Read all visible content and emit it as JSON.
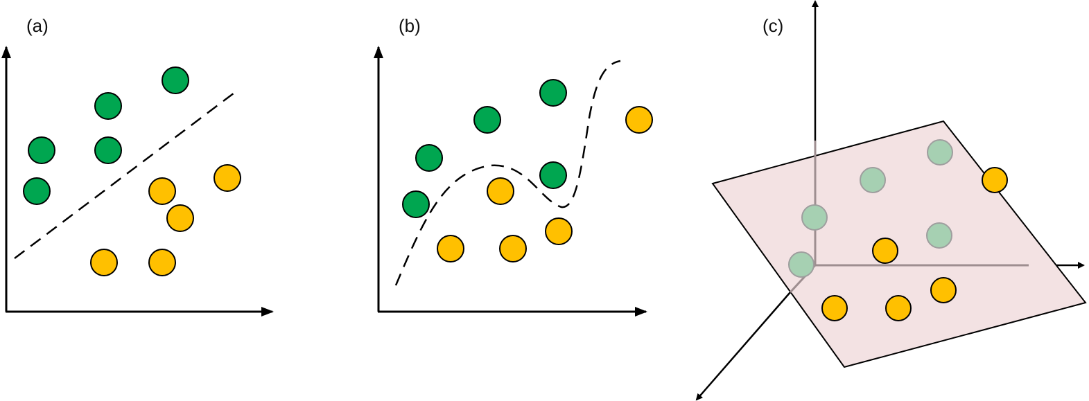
{
  "figure": {
    "panels": [
      {
        "label": "(a)",
        "description": "Linear decision boundary in 2D"
      },
      {
        "label": "(b)",
        "description": "Non-linear decision boundary in 2D"
      },
      {
        "label": "(c)",
        "description": "Hyperplane separating classes in 3D"
      }
    ],
    "colors": {
      "class_green": "#00A650",
      "class_yellow": "#FFC000",
      "class_green_faded": "#A6D0B2",
      "plane_fill": "#F3E2E3",
      "axis": "#000000",
      "axis_faded": "#9E8E90"
    }
  },
  "chart_data": [
    {
      "type": "scatter",
      "title": "(a)",
      "boundary": "linear dashed line",
      "series": [
        {
          "name": "green",
          "points": [
            [
              253,
              116
            ],
            [
              156,
              153
            ],
            [
              60,
              217
            ],
            [
              156,
              217
            ],
            [
              53,
              276
            ]
          ]
        },
        {
          "name": "yellow",
          "points": [
            [
              328,
              257
            ],
            [
              234,
              276
            ],
            [
              260,
              315
            ],
            [
              150,
              379
            ],
            [
              234,
              379
            ]
          ]
        }
      ]
    },
    {
      "type": "scatter",
      "title": "(b)",
      "boundary": "non-linear dashed curve",
      "series": [
        {
          "name": "green",
          "points": [
            [
              798,
              134
            ],
            [
              702,
              173
            ],
            [
              618,
              228
            ],
            [
              798,
              253
            ],
            [
              599,
              295
            ]
          ]
        },
        {
          "name": "yellow",
          "points": [
            [
              921,
              173
            ],
            [
              722,
              276
            ],
            [
              806,
              333
            ],
            [
              649,
              359
            ],
            [
              740,
              359
            ]
          ]
        }
      ]
    },
    {
      "type": "scatter",
      "title": "(c)",
      "boundary": "plane in 3D",
      "series": [
        {
          "name": "green",
          "points": [
            [
              1356,
              220
            ],
            [
              1259,
              260
            ],
            [
              1175,
              314
            ],
            [
              1355,
              340
            ],
            [
              1155,
              382
            ]
          ]
        },
        {
          "name": "yellow",
          "points": [
            [
              1435,
              260
            ],
            [
              1277,
              362
            ],
            [
              1361,
              420
            ],
            [
              1203,
              445
            ],
            [
              1296,
              445
            ]
          ]
        }
      ]
    }
  ]
}
